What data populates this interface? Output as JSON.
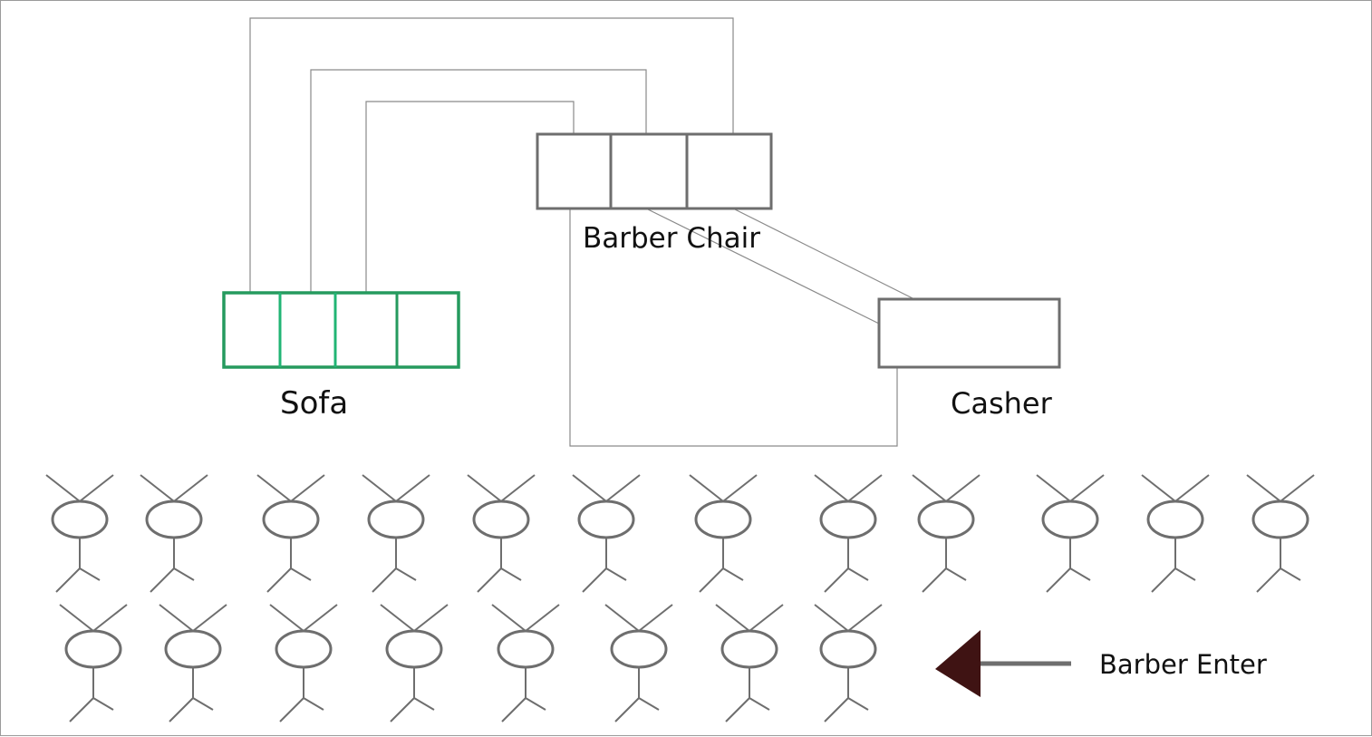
{
  "labels": {
    "barber_chair": "Barber Chair",
    "sofa": "Sofa",
    "casher": "Casher",
    "barber_enter": "Barber Enter"
  },
  "counts": {
    "barber_chair_seats": 3,
    "sofa_seats": 4,
    "customers_row_1": 12,
    "customers_row_2": 8
  },
  "colors": {
    "outline": "#6e6e6e",
    "sofa_outline": "#259a5e",
    "sofa_divider": "#21b574",
    "connector": "#8a8a8a",
    "arrow_head": "#3f1313",
    "arrow_shaft": "#6e6e6e"
  }
}
